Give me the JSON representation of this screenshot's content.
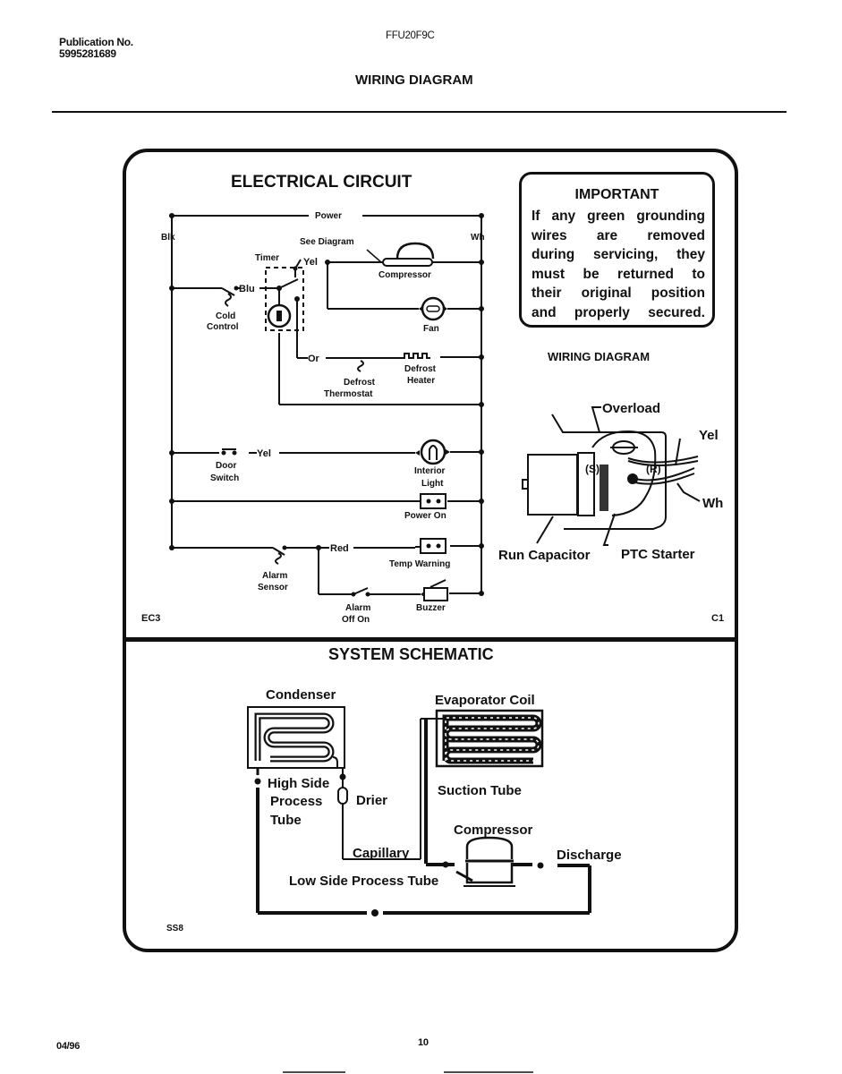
{
  "header": {
    "publication_label": "Publication No.",
    "publication_number": "5995281689",
    "model": "FFU20F9C",
    "title": "WIRING DIAGRAM"
  },
  "electrical_circuit": {
    "title": "ELECTRICAL CIRCUIT",
    "labels": {
      "power": "Power",
      "blk": "Blk",
      "wh": "Wh",
      "see_diagram": "See Diagram",
      "timer": "Timer",
      "yel_timer": "Yel",
      "compressor": "Compressor",
      "blu": "Blu",
      "cold_control_1": "Cold",
      "cold_control_2": "Control",
      "fan": "Fan",
      "or": "Or",
      "defrost_thermostat_1": "Defrost",
      "defrost_thermostat_2": "Thermostat",
      "defrost_heater_1": "Defrost",
      "defrost_heater_2": "Heater",
      "door_switch_1": "Door",
      "door_switch_2": "Switch",
      "yel_door": "Yel",
      "interior_light_1": "Interior",
      "interior_light_2": "Light",
      "power_on": "Power On",
      "red": "Red",
      "temp_warning": "Temp Warning",
      "alarm_sensor_1": "Alarm",
      "alarm_sensor_2": "Sensor",
      "alarm_off_on_1": "Alarm",
      "alarm_off_on_2": "Off On",
      "buzzer": "Buzzer"
    },
    "code": "EC3"
  },
  "important_notice": {
    "title": "IMPORTANT",
    "lines": [
      "If any green grounding",
      "wires are removed",
      "during servicing, they",
      "must be returned to",
      "their original position",
      "and properly secured."
    ]
  },
  "compressor_wiring": {
    "title": "WIRING DIAGRAM",
    "labels": {
      "overload": "Overload",
      "yel": "Yel",
      "wh": "Wh",
      "s": "(S)",
      "r": "(R)",
      "run_capacitor": "Run Capacitor",
      "ptc_starter": "PTC Starter"
    },
    "code": "C1"
  },
  "system_schematic": {
    "title": "SYSTEM SCHEMATIC",
    "labels": {
      "condenser": "Condenser",
      "evaporator_coil": "Evaporator Coil",
      "high_side_1": "High Side",
      "high_side_2": "Process",
      "high_side_3": "Tube",
      "drier": "Drier",
      "suction_tube": "Suction Tube",
      "compressor": "Compressor",
      "capillary": "Capillary",
      "discharge": "Discharge",
      "low_side": "Low Side Process Tube"
    },
    "code": "SS8"
  },
  "footer": {
    "date": "04/96",
    "page": "10"
  }
}
